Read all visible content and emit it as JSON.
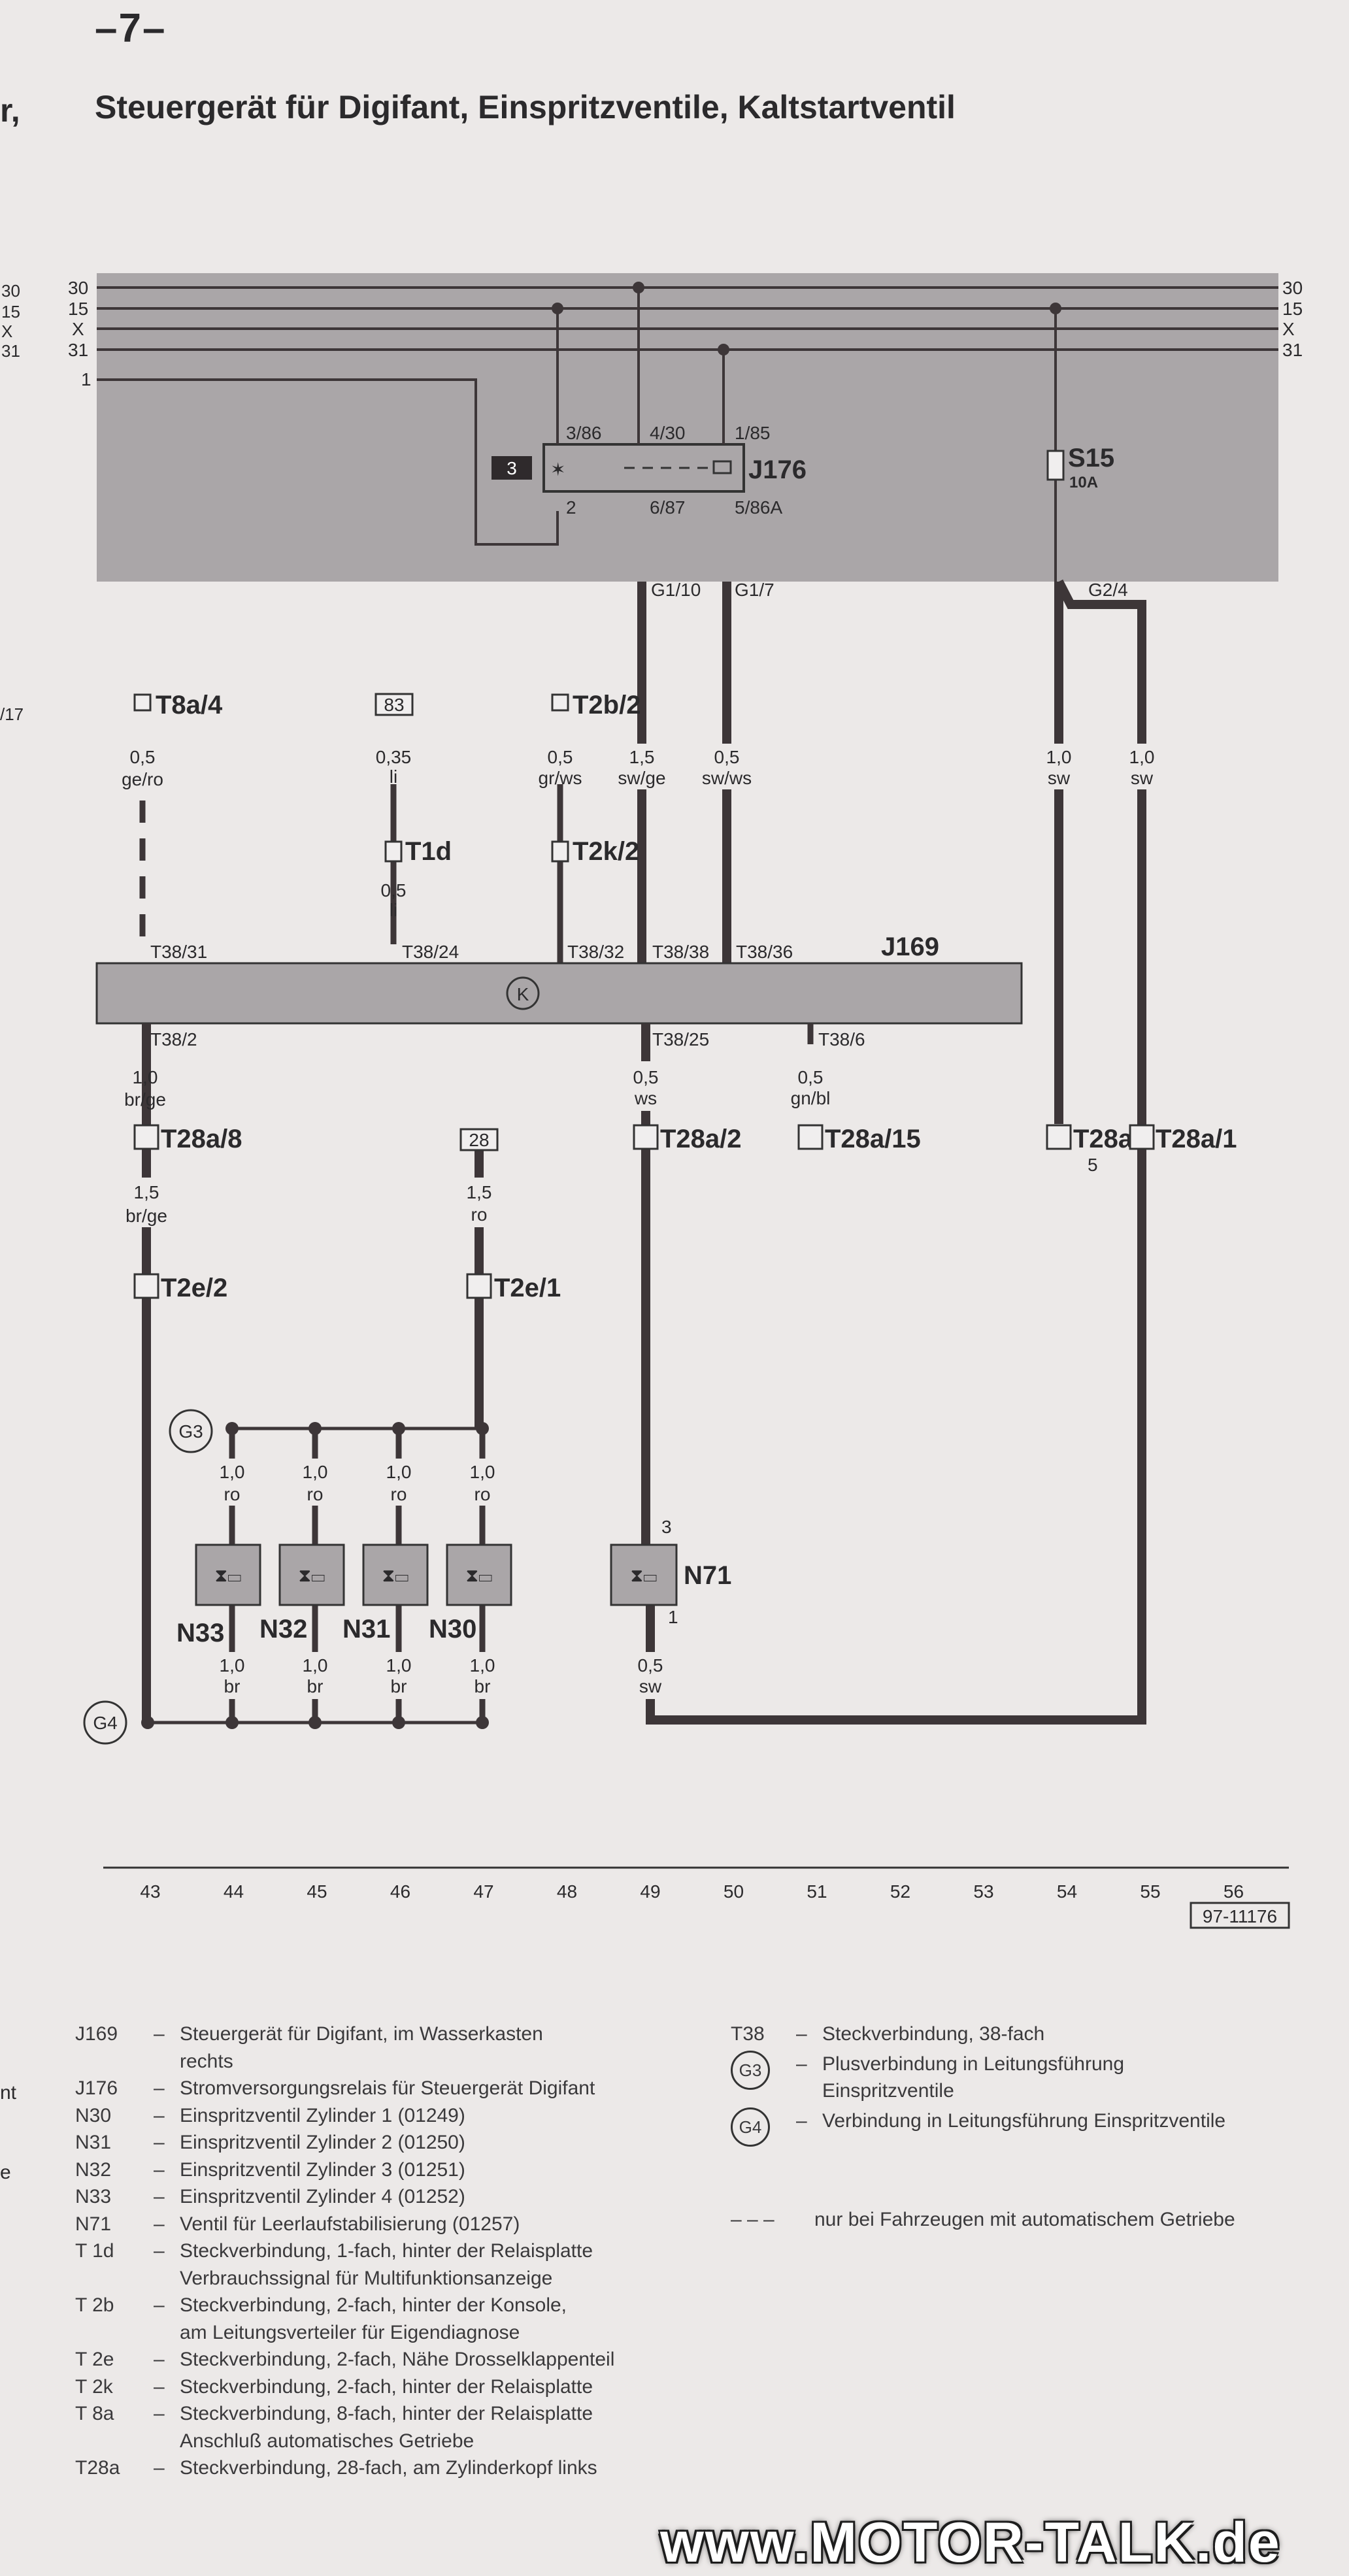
{
  "page": {
    "number": "–7–",
    "title": "Steuergerät für Digifant, Einspritzventile, Kaltstartventil",
    "left_edge_fragments": [
      "r,",
      "30",
      "15",
      "X",
      "31",
      "/17",
      "nt",
      "e"
    ]
  },
  "diagram": {
    "rails_left": [
      "30",
      "15",
      "X",
      "31",
      "1"
    ],
    "rails_right": [
      "30",
      "15",
      "X",
      "31"
    ],
    "relay": {
      "badge": "3",
      "name": "J176",
      "pins": [
        "3/86",
        "4/30",
        "1/85",
        "2",
        "6/87",
        "5/86A"
      ]
    },
    "fuse": {
      "name": "S15",
      "rating": "10A"
    },
    "ground_connectors": [
      "G1/10",
      "G1/7",
      "G2/4"
    ],
    "ecu": {
      "name": "J169",
      "symbol": "K"
    },
    "connectors": [
      "T8a/4",
      "T1d",
      "T2b/2",
      "T2k/2",
      "T28a/8",
      "T2e/2",
      "T2e/1",
      "T28a/2",
      "T28a/15",
      "T28a/5",
      "T28a/1"
    ],
    "ref_boxes": [
      "83",
      "28"
    ],
    "ecu_pins_top": [
      "T38/31",
      "T38/24",
      "T38/32",
      "T38/38",
      "T38/36"
    ],
    "ecu_pins_bottom": [
      "T38/2",
      "T38/25",
      "T38/6"
    ],
    "wires": [
      {
        "size": "0,5",
        "color": "ge/ro"
      },
      {
        "size": "0,35",
        "color": "li"
      },
      {
        "size": "0,5",
        "color": "li"
      },
      {
        "size": "0,5",
        "color": "gr/ws"
      },
      {
        "size": "1,5",
        "color": "sw/ge"
      },
      {
        "size": "0,5",
        "color": "sw/ws"
      },
      {
        "size": "1,0",
        "color": "sw"
      },
      {
        "size": "1,0",
        "color": "sw"
      },
      {
        "size": "1,0",
        "color": "br/ge"
      },
      {
        "size": "1,5",
        "color": "br/ge"
      },
      {
        "size": "1,5",
        "color": "ro"
      },
      {
        "size": "0,5",
        "color": "ws"
      },
      {
        "size": "0,5",
        "color": "gn/bl"
      },
      {
        "size": "1,0",
        "color": "ro"
      },
      {
        "size": "1,0",
        "color": "br"
      },
      {
        "size": "0,5",
        "color": "sw"
      }
    ],
    "g3": "G3",
    "g4": "G4",
    "injectors": [
      "N33",
      "N32",
      "N31",
      "N30"
    ],
    "valve": {
      "name": "N71",
      "pins": [
        "3",
        "1"
      ]
    },
    "scale": [
      "43",
      "44",
      "45",
      "46",
      "47",
      "48",
      "49",
      "50",
      "51",
      "52",
      "53",
      "54",
      "55",
      "56"
    ],
    "drawing_no": "97-11176"
  },
  "legend_left": [
    {
      "code": "J169",
      "text": "Steuergerät für Digifant, im Wasserkasten\nrechts"
    },
    {
      "code": "J176",
      "text": "Stromversorgungsrelais für Steuergerät Digifant"
    },
    {
      "code": "N30",
      "text": "Einspritzventil Zylinder 1 (01249)"
    },
    {
      "code": "N31",
      "text": "Einspritzventil Zylinder 2 (01250)"
    },
    {
      "code": "N32",
      "text": "Einspritzventil Zylinder 3 (01251)"
    },
    {
      "code": "N33",
      "text": "Einspritzventil Zylinder 4 (01252)"
    },
    {
      "code": "N71",
      "text": "Ventil für Leerlaufstabilisierung (01257)"
    },
    {
      "code": "T 1d",
      "text": "Steckverbindung, 1-fach, hinter der Relaisplatte\nVerbrauchssignal für Multifunktionsanzeige"
    },
    {
      "code": "T 2b",
      "text": "Steckverbindung, 2-fach, hinter der Konsole,\nam Leitungsverteiler für Eigendiagnose"
    },
    {
      "code": "T 2e",
      "text": "Steckverbindung, 2-fach, Nähe Drosselklappenteil"
    },
    {
      "code": "T 2k",
      "text": "Steckverbindung, 2-fach, hinter der Relaisplatte"
    },
    {
      "code": "T 8a",
      "text": "Steckverbindung, 8-fach, hinter der Relaisplatte\nAnschluß automatisches Getriebe"
    },
    {
      "code": "T28a",
      "text": "Steckverbindung, 28-fach, am Zylinderkopf links"
    }
  ],
  "legend_right": [
    {
      "code": "T38",
      "text": "Steckverbindung, 38-fach"
    },
    {
      "code": "G3",
      "text": "Plusverbindung in Leitungsführung\nEinspritzventile"
    },
    {
      "code": "G4",
      "text": "Verbindung in Leitungsführung Einspritzventile"
    }
  ],
  "dashed_note": {
    "symbol": "– – –",
    "text": "nur bei Fahrzeugen mit automatischem Getriebe"
  },
  "watermark": "www.MOTOR-TALK.de"
}
